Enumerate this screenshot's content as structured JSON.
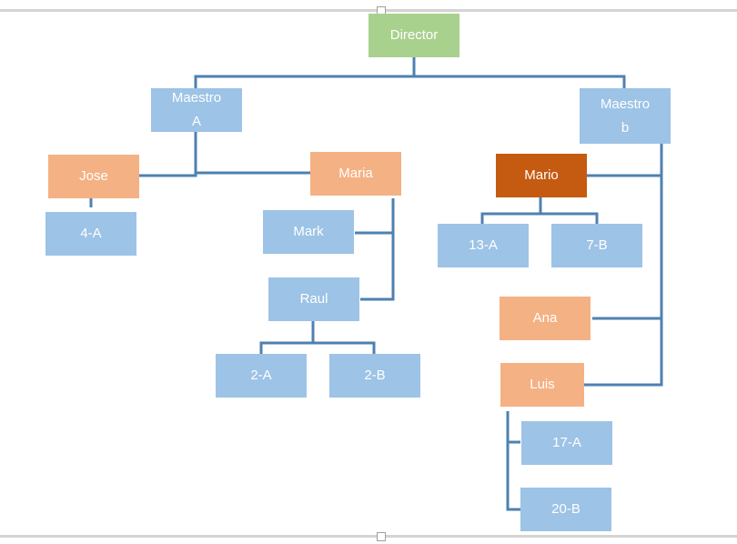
{
  "colors": {
    "root": "#a9d18e",
    "blue": "#9dc3e6",
    "orange": "#f4b183",
    "dark_orange": "#c55a11",
    "connector": "#4e81b0",
    "text": "#ffffff"
  },
  "nodes": {
    "director": "Director",
    "maestro_a": "Maestro\nA",
    "maestro_b": "Maestro\nb",
    "jose": "Jose",
    "maria": "Maria",
    "mario": "Mario",
    "class_4a": "4-A",
    "mark": "Mark",
    "raul": "Raul",
    "class_2a": "2-A",
    "class_2b": "2-B",
    "class_13a": "13-A",
    "class_7b": "7-B",
    "ana": "Ana",
    "luis": "Luis",
    "class_17a": "17-A",
    "class_20b": "20-B"
  }
}
